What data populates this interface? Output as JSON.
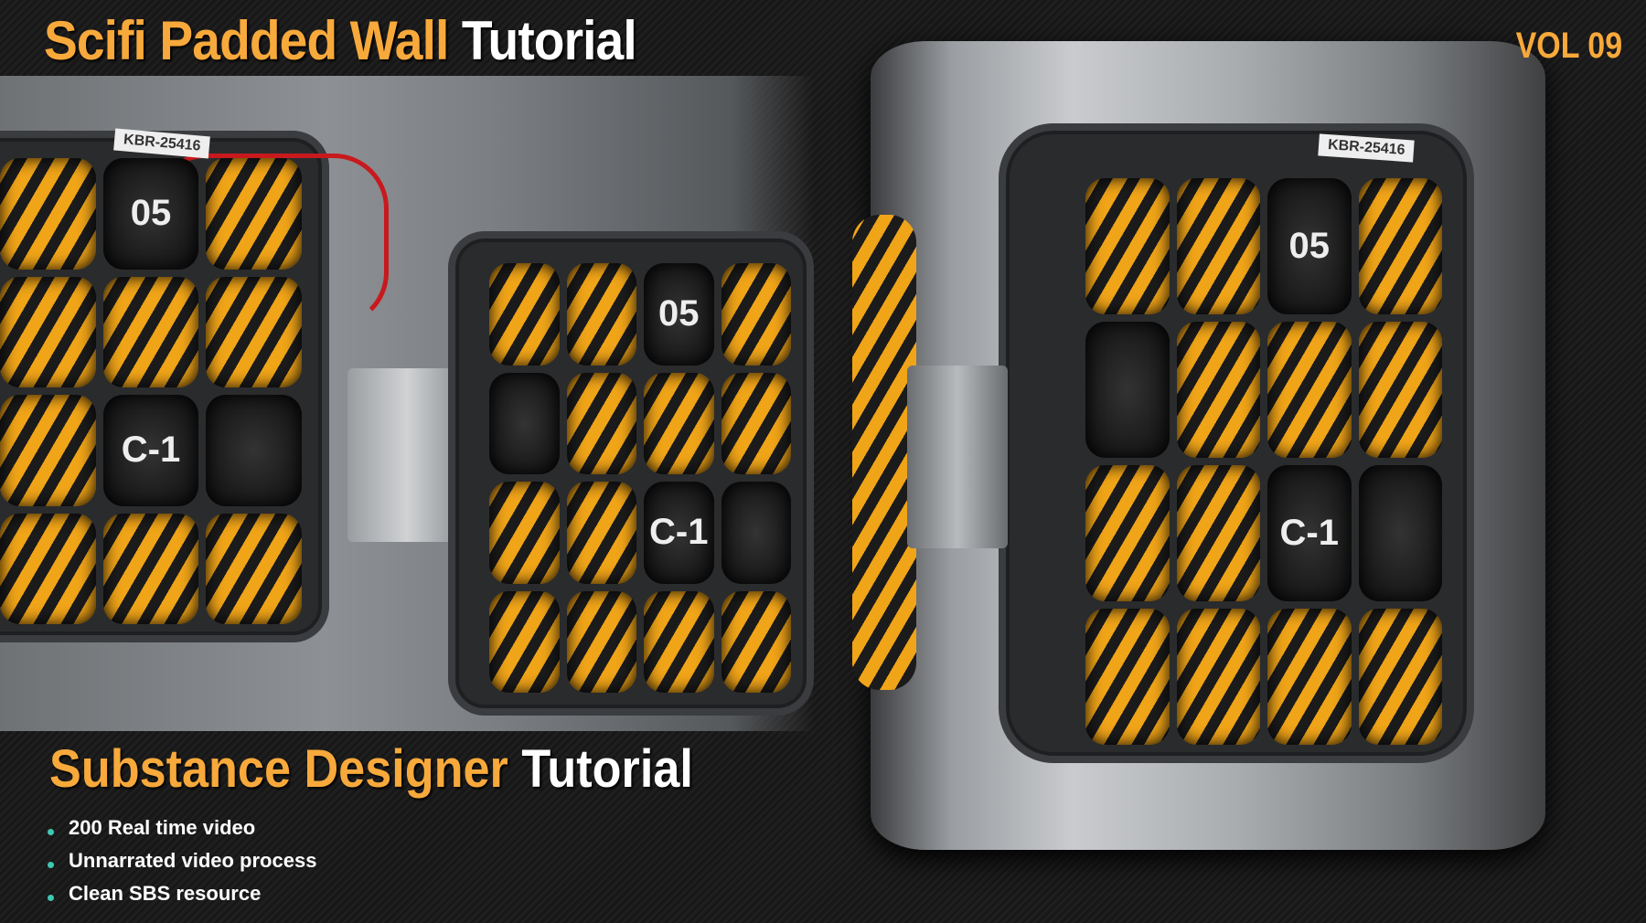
{
  "header": {
    "title_part1": "Scifi Padded Wall",
    "title_part2": "Tutorial",
    "volume": "VOL 09"
  },
  "artwork": {
    "label_tag": "KBR-25416",
    "pad_numbers": [
      "05",
      "C-1"
    ]
  },
  "footer": {
    "title_part1": "Substance Designer",
    "title_part2": "Tutorial",
    "bullets": [
      "200 Real time video",
      "Unnarrated video process",
      "Clean SBS resource"
    ]
  },
  "colors": {
    "accent": "#f7a93b",
    "bullet": "#3fc8b0",
    "stripe": "#f0a418",
    "light": "#fff25a",
    "cable": "#c8191d"
  }
}
